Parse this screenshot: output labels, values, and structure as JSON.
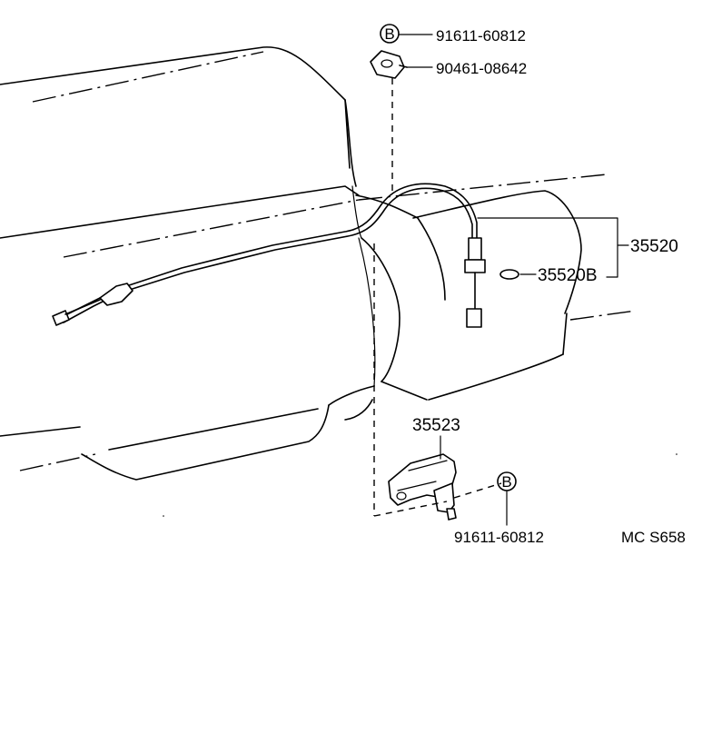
{
  "diagram": {
    "parts": {
      "bolt_top": "91611-60812",
      "clamp_top": "90461-08642",
      "cable_assy": "35520",
      "oring": "35520B",
      "bracket": "35523",
      "bolt_bottom": "91611-60812"
    },
    "bolt_marker": "B",
    "figure_code": "MC S658"
  }
}
